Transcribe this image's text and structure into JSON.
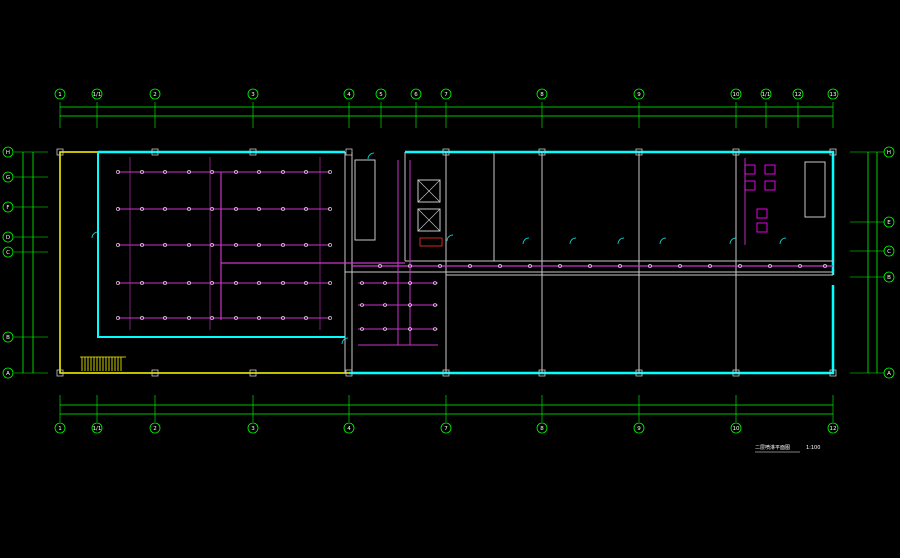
{
  "colors": {
    "background": "#000000",
    "grid_line": "#00ff00",
    "exterior_wall": "#00ffff",
    "interior_wall": "#c8c8c8",
    "sprinkler_pipe": "#cc33cc",
    "west_wall": "#ffff00",
    "text": "#ffffff",
    "fixture": "#ff00ff"
  },
  "axes_top": [
    "1",
    "1/1",
    "2",
    "3",
    "4",
    "5",
    "6",
    "7",
    "8",
    "9",
    "10",
    "1/1",
    "12",
    "13"
  ],
  "axes_bottom": [
    "1",
    "1/1",
    "2",
    "3",
    "4",
    "7",
    "8",
    "9",
    "10",
    "12"
  ],
  "axes_left": [
    "H",
    "G",
    "F",
    "D",
    "C",
    "B",
    "A"
  ],
  "axes_right": [
    "H",
    "E",
    "C",
    "B",
    "A"
  ],
  "drawing_title": "二层喷淋平面图",
  "drawing_scale": "1:100"
}
